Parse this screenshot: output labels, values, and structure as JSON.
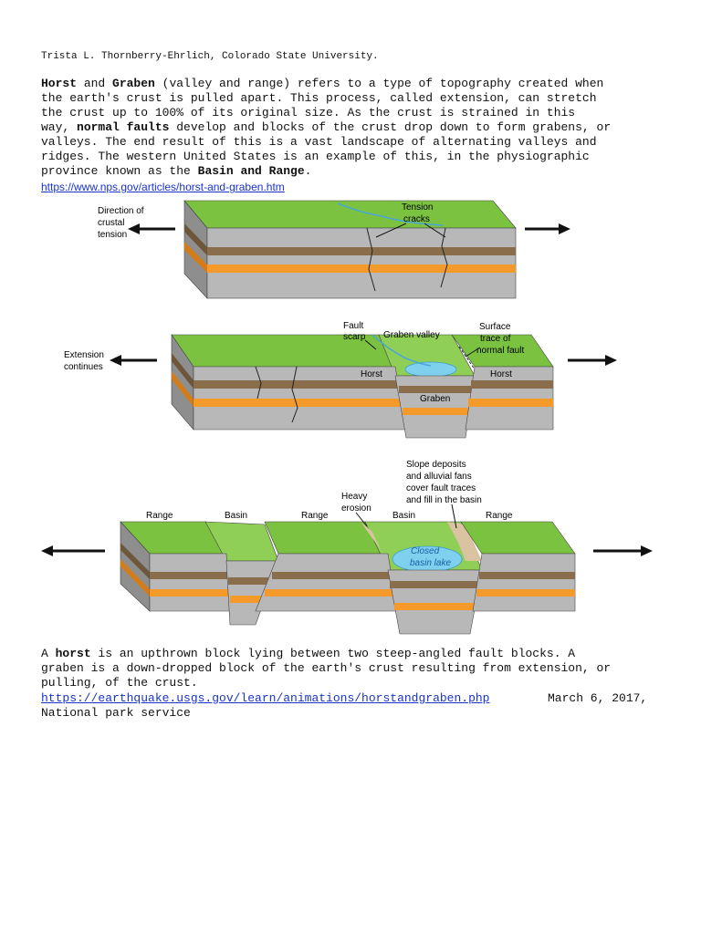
{
  "author": "Trista L. Thornberry-Ehrlich, Colorado State University.",
  "intro": {
    "term1": "Horst",
    "and": " and ",
    "term2": "Graben",
    "line1_rest": " (valley and range) refers to a type of topography created when",
    "line2": "the earth's crust is pulled apart. This process, called extension, can stretch",
    "line3": "the crust up to 100% of its original size. As the crust is strained in this",
    "line4_pre": "way, ",
    "line4_bold": "normal faults",
    "line4_rest": " develop and blocks of the crust drop down to form grabens, or",
    "line5": "valleys. The end result of this is a vast landscape of alternating valleys and",
    "line6": "ridges. The western United States is an example of this, in the physiographic",
    "line7_pre": "province known as the ",
    "line7_bold": "Basin and Range",
    "line7_end": "."
  },
  "link1": "https://www.nps.gov/articles/horst-and-graben.htm",
  "diagram": {
    "panel1": {
      "direction_label": [
        "Direction of",
        "crustal",
        "tension"
      ],
      "tension_label": [
        "Tension",
        "cracks"
      ]
    },
    "panel2": {
      "extension_label": [
        "Extension",
        "continues"
      ],
      "fault_scarp": [
        "Fault",
        "scarp"
      ],
      "graben_valley": "Graben valley",
      "surface_trace": [
        "Surface",
        "trace of",
        "normal fault"
      ],
      "horst_left": "Horst",
      "horst_right": "Horst",
      "graben": "Graben"
    },
    "panel3": {
      "range1": "Range",
      "basin1": "Basin",
      "range2": "Range",
      "heavy_erosion": [
        "Heavy",
        "erosion"
      ],
      "basin2": "Basin",
      "range3": "Range",
      "slope_deposits": [
        "Slope deposits",
        "and alluvial fans",
        "cover fault traces",
        "and fill in the basin"
      ],
      "closed_lake": [
        "Closed",
        "basin lake"
      ]
    },
    "colors": {
      "grass": "#7cc241",
      "grass_dark": "#5a9a2c",
      "rock": "#b8b8b8",
      "rock_side": "#8e8e8e",
      "brown": "#8a6e4b",
      "orange": "#f39a2b",
      "water": "#7fd0ee",
      "sediment": "#d9c3a0"
    }
  },
  "outro": {
    "pre": "A ",
    "term": "horst",
    "line1_rest": " is an upthrown block lying between two steep-angled fault blocks. A",
    "line2": "graben is a down-dropped block of the earth's crust resulting from extension, or",
    "line3": "pulling, of the crust."
  },
  "link2": "https://earthquake.usgs.gov/learn/animations/horstandgraben.php",
  "date": "March 6, 2017,",
  "source": "National park service"
}
